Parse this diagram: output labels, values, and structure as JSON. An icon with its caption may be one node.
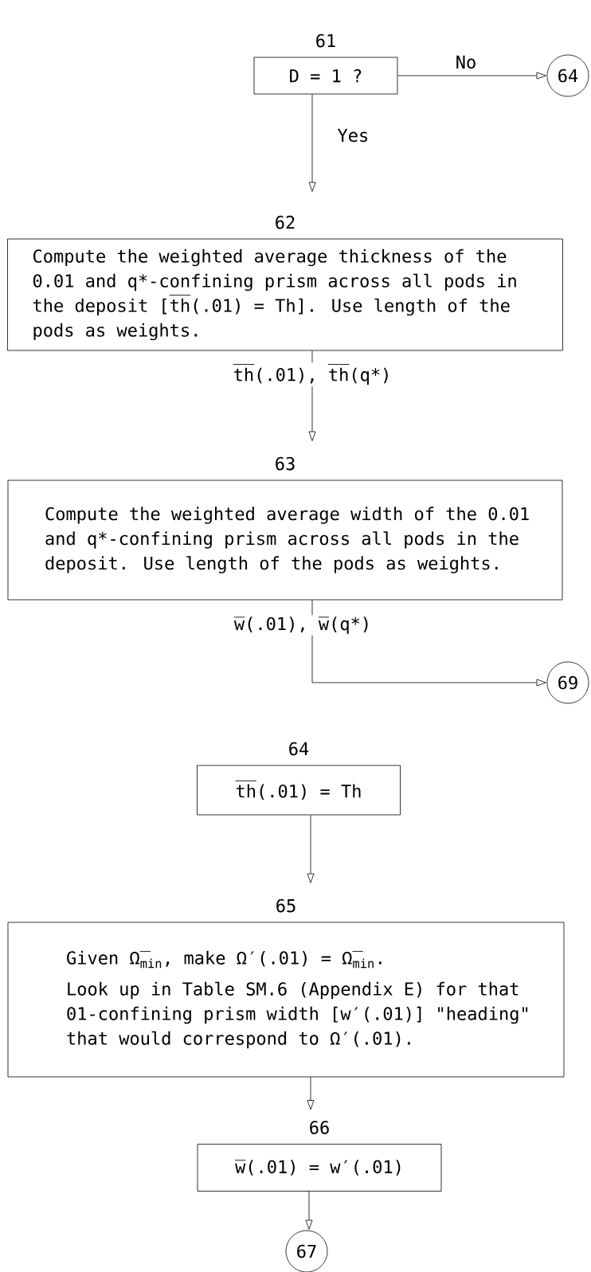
{
  "diagram": {
    "nodes": [
      {
        "text": [
          "D = 1 ?"
        ],
        "beside": [
          "61"
        ]
      },
      {
        "text": [
          "64"
        ]
      },
      {
        "text": [
          "Compute the weighted average thickness of the 0.01 and q*-confining prism across all pods in the deposit [t̅h̅(.01) = Th]. Use length of the pods as weights."
        ],
        "beside": [
          "62"
        ]
      },
      {
        "text": [
          "Compute the weighted average width of the 0.01 and q*-confining prism across all pods in the deposit. Use length of the pods as weights."
        ],
        "beside": [
          "63"
        ]
      },
      {
        "text": [
          "69"
        ]
      },
      {
        "text": [
          "t̅h̅(.01) = Th"
        ],
        "beside": [
          "64"
        ]
      },
      {
        "text": [
          "Given Ω̅$_{min}$, make Ω′(.01) = Ω̅$_{min}$.",
          "Look up in Table SM.6 (Appendix E) for that 01-confining prism width [w′(.01)] \"heading\" that would correspond to Ω′(.01)."
        ],
        "beside": [
          "65"
        ]
      },
      {
        "text": [
          "w̅(.01) = w′(.01)"
        ],
        "beside": [
          "66"
        ]
      },
      {
        "text": [
          "67"
        ]
      }
    ],
    "edges": [
      {
        "from": 0,
        "to": 1,
        "arrow": "to",
        "label": "No"
      },
      {
        "from": 0,
        "to": 2,
        "arrow": "to",
        "label": "Yes"
      },
      {
        "from": 2,
        "to": 3,
        "arrow": "to",
        "label": "t̅h̅(.01), t̅h̅(q*)"
      },
      {
        "from": 3,
        "to": 4,
        "arrow": "to",
        "label": "w̅(.01), w̅(q*)"
      },
      {
        "from": 5,
        "to": 6,
        "arrow": "to"
      },
      {
        "from": 6,
        "to": 7,
        "arrow": "to"
      },
      {
        "from": 7,
        "to": 8,
        "arrow": "to"
      }
    ]
  }
}
